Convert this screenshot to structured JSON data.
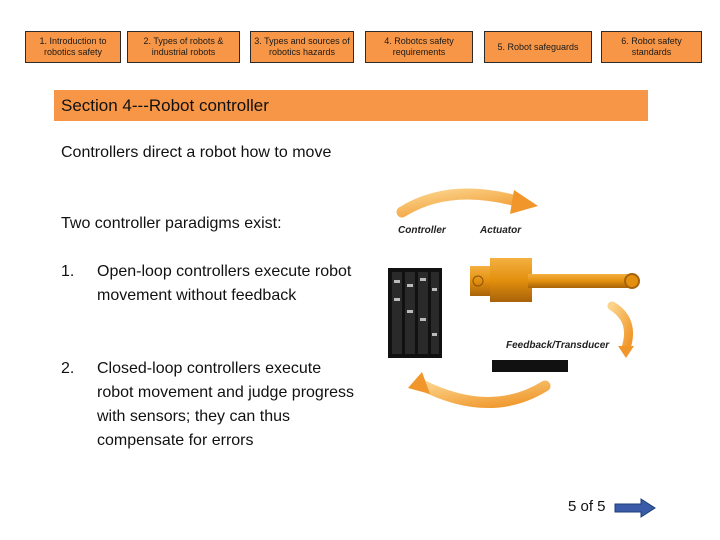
{
  "nav": [
    {
      "label": "1. Introduction to robotics safety"
    },
    {
      "label": "2. Types of robots & industrial robots"
    },
    {
      "label": "3. Types and sources of robotics hazards"
    },
    {
      "label": "4. Robotcs safety requirements"
    },
    {
      "label": "5. Robot safeguards"
    },
    {
      "label": "6. Robot safety standards"
    }
  ],
  "section": {
    "title": "Section 4---Robot controller"
  },
  "content": {
    "intro": "Controllers direct a robot how to move",
    "paradigms": "Two controller paradigms exist:",
    "items": [
      {
        "num": "1.",
        "text": "Open-loop controllers execute robot movement without feedback"
      },
      {
        "num": "2.",
        "text": "Closed-loop controllers execute robot movement and judge progress with sensors; they can thus compensate for errors"
      }
    ]
  },
  "diagram": {
    "controller_label": "Controller",
    "actuator_label": "Actuator",
    "feedback_label": "Feedback/Transducer"
  },
  "footer": {
    "page_counter": "5 of 5"
  },
  "colors": {
    "accent": "#f79646",
    "arrow": "#3a5ca8"
  },
  "icons": {
    "next": "arrow-right-icon"
  }
}
